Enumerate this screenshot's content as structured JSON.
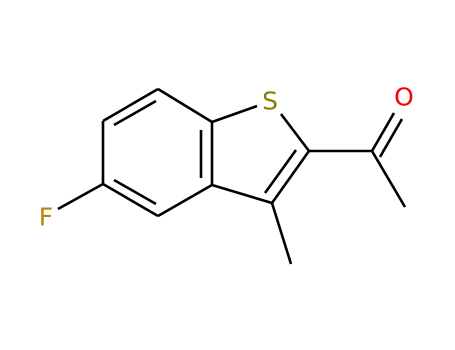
{
  "molecule": {
    "atoms": {
      "sulfur": {
        "symbol": "S",
        "color": "#808000"
      },
      "oxygen": {
        "symbol": "O",
        "color": "#ff0000"
      },
      "fluorine": {
        "symbol": "F",
        "color": "#b8860b"
      }
    },
    "bond_color": "#000000",
    "background": "#ffffff"
  }
}
